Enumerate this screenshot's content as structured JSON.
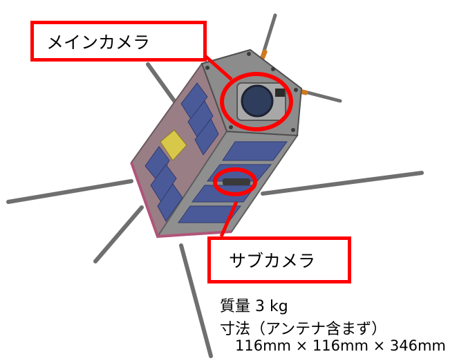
{
  "callouts": {
    "main_camera": "メインカメラ",
    "sub_camera": "サブカメラ"
  },
  "specs": {
    "mass": "質量 3 kg",
    "dimensions_label": "寸法（アンテナ含まず）",
    "dimensions_value": "116mm × 116mm × 346mm"
  },
  "colors": {
    "callout_red": "#ff0000",
    "panel_blue": "#4a5a98",
    "frame_grey": "#8a8a8a",
    "frame_magenta": "#b0557a",
    "antenna_grey": "#7a7a7a",
    "antenna_orange": "#d07a20",
    "board_yellow": "#d8c84a"
  }
}
